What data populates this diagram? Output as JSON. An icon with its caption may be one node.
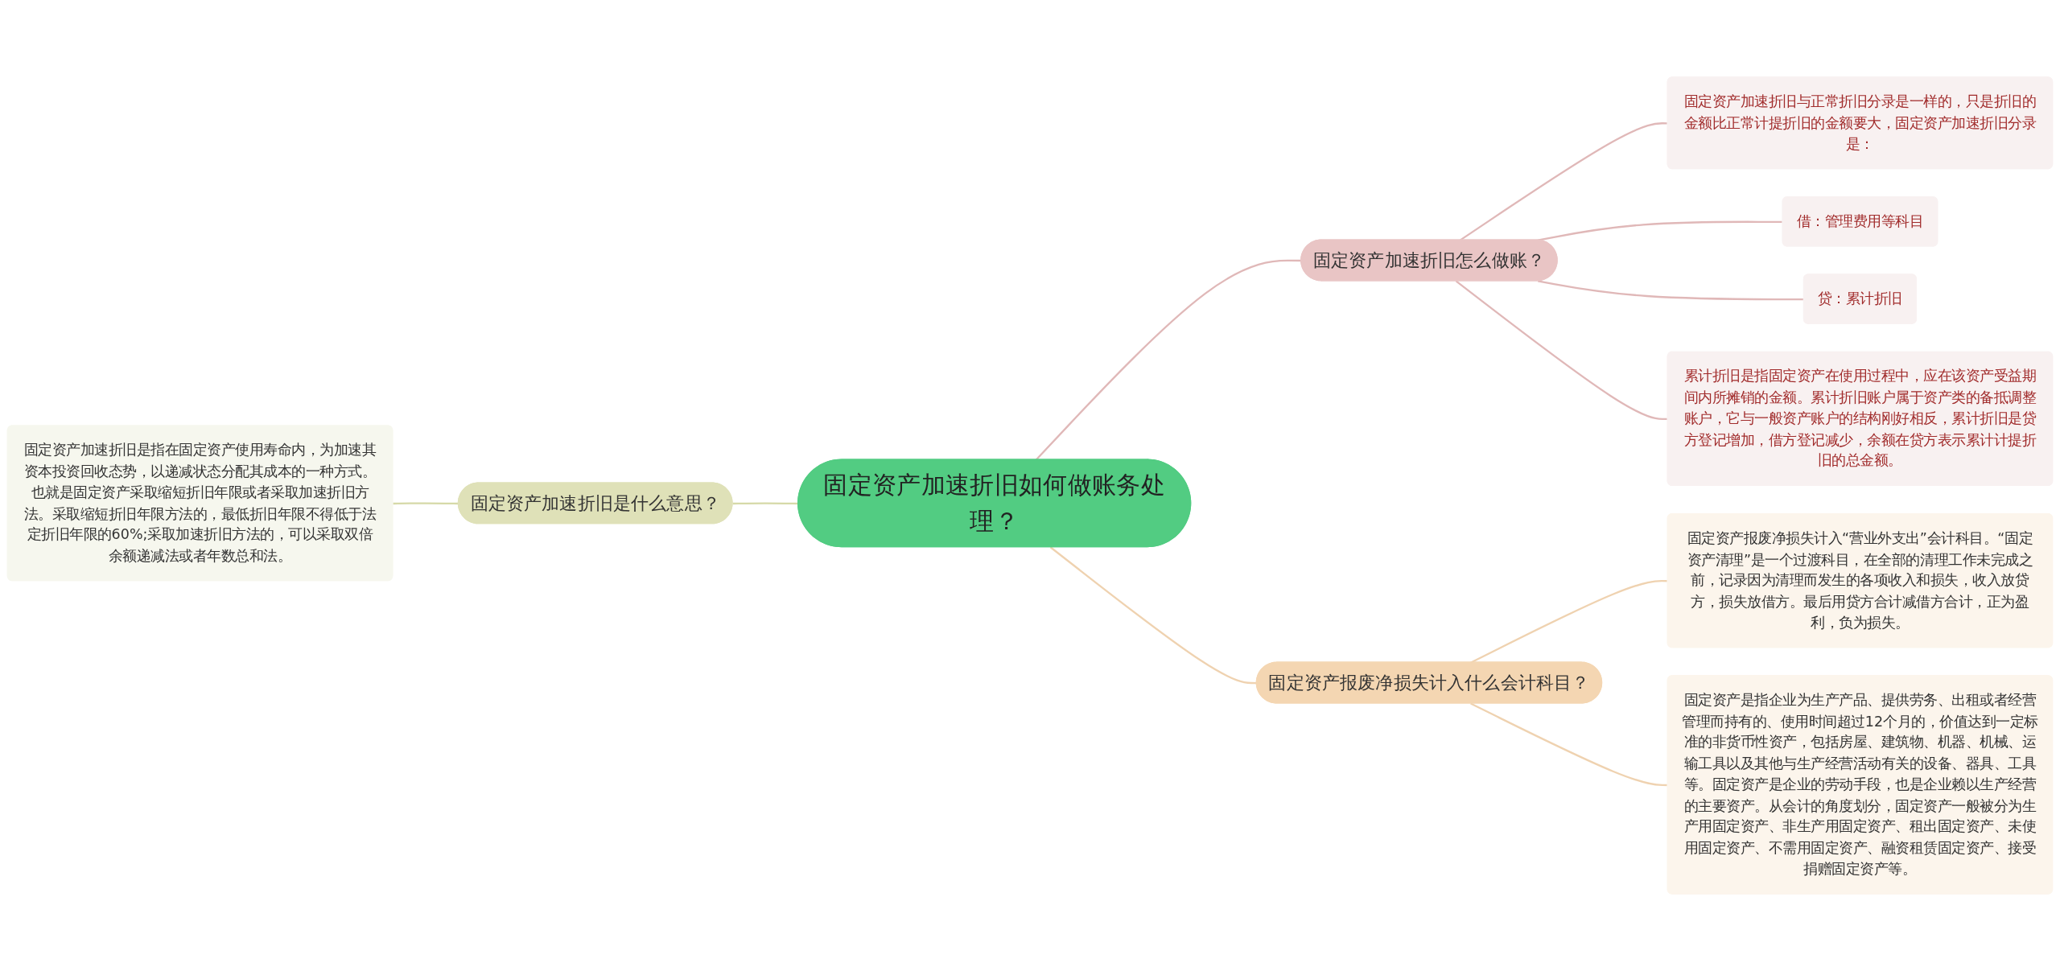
{
  "diagram": {
    "nodes": [
      {
        "text": [
          "固定资产加速折旧如何做账务处理？"
        ]
      },
      {
        "text": [
          "固定资产加速折旧是什么意思？"
        ]
      },
      {
        "text": [
          "固定资产加速折旧是指在固定资产使用寿命内，为加速其资本投资回收态势，以递减状态分配其成本的一种方式。也就是固定资产采取缩短折旧年限或者采取加速折旧方法。采取缩短折旧年限方法的，最低折旧年限不得低于法定折旧年限的60%;采取加速折旧方法的，可以采取双倍余额递减法或者年数总和法。"
        ]
      },
      {
        "text": [
          "固定资产加速折旧怎么做账？"
        ]
      },
      {
        "text": [
          "固定资产加速折旧与正常折旧分录是一样的，只是折旧的金额比正常计提折旧的金额要大，固定资产加速折旧分录是："
        ]
      },
      {
        "text": [
          "借：管理费用等科目"
        ]
      },
      {
        "text": [
          "贷：累计折旧"
        ]
      },
      {
        "text": [
          "累计折旧是指固定资产在使用过程中，应在该资产受益期间内所摊销的金额。累计折旧账户属于资产类的备抵调整账户，它与一般资产账户的结构刚好相反，累计折旧是贷方登记增加，借方登记减少，余额在贷方表示累计计提折旧的总金额。"
        ]
      },
      {
        "text": [
          "固定资产报废净损失计入什么会计科目？"
        ]
      },
      {
        "text": [
          "固定资产报废净损失计入“营业外支出”会计科目。“固定资产清理”是一个过渡科目，在全部的清理工作未完成之前，记录因为清理而发生的各项收入和损失，收入放贷方，损失放借方。最后用贷方合计减借方合计，正为盈利，负为损失。"
        ]
      },
      {
        "text": [
          "固定资产是指企业为生产产品、提供劳务、出租或者经营管理而持有的、使用时间超过12个月的，价值达到一定标准的非货币性资产，包括房屋、建筑物、机器、机械、运输工具以及其他与生产经营活动有关的设备、器具、工具等。固定资产是企业的劳动手段，也是企业赖以生产经营的主要资产。从会计的角度划分，固定资产一般被分为生产用固定资产、非生产用固定资产、租出固定资产、未使用固定资产、不需用固定资产、融资租赁固定资产、接受捐赠固定资产等。"
        ]
      }
    ],
    "edges": [
      {
        "from": 1,
        "to": 0,
        "arrow": "none",
        "color": "#d6d9a8"
      },
      {
        "from": 2,
        "to": 1,
        "arrow": "none",
        "color": "#d6d9a8"
      },
      {
        "from": 0,
        "to": 3,
        "arrow": "none"
      },
      {
        "from": 3,
        "to": 4,
        "arrow": "none"
      },
      {
        "from": 3,
        "to": 5,
        "arrow": "none"
      },
      {
        "from": 3,
        "to": 6,
        "arrow": "none"
      },
      {
        "from": 3,
        "to": 7,
        "arrow": "none"
      },
      {
        "from": 0,
        "to": 8,
        "arrow": "none",
        "color": "#efd2b0"
      },
      {
        "from": 8,
        "to": 9,
        "arrow": "none",
        "color": "#efd2b0"
      },
      {
        "from": 8,
        "to": 10,
        "arrow": "none",
        "color": "#efd2b0"
      }
    ]
  }
}
